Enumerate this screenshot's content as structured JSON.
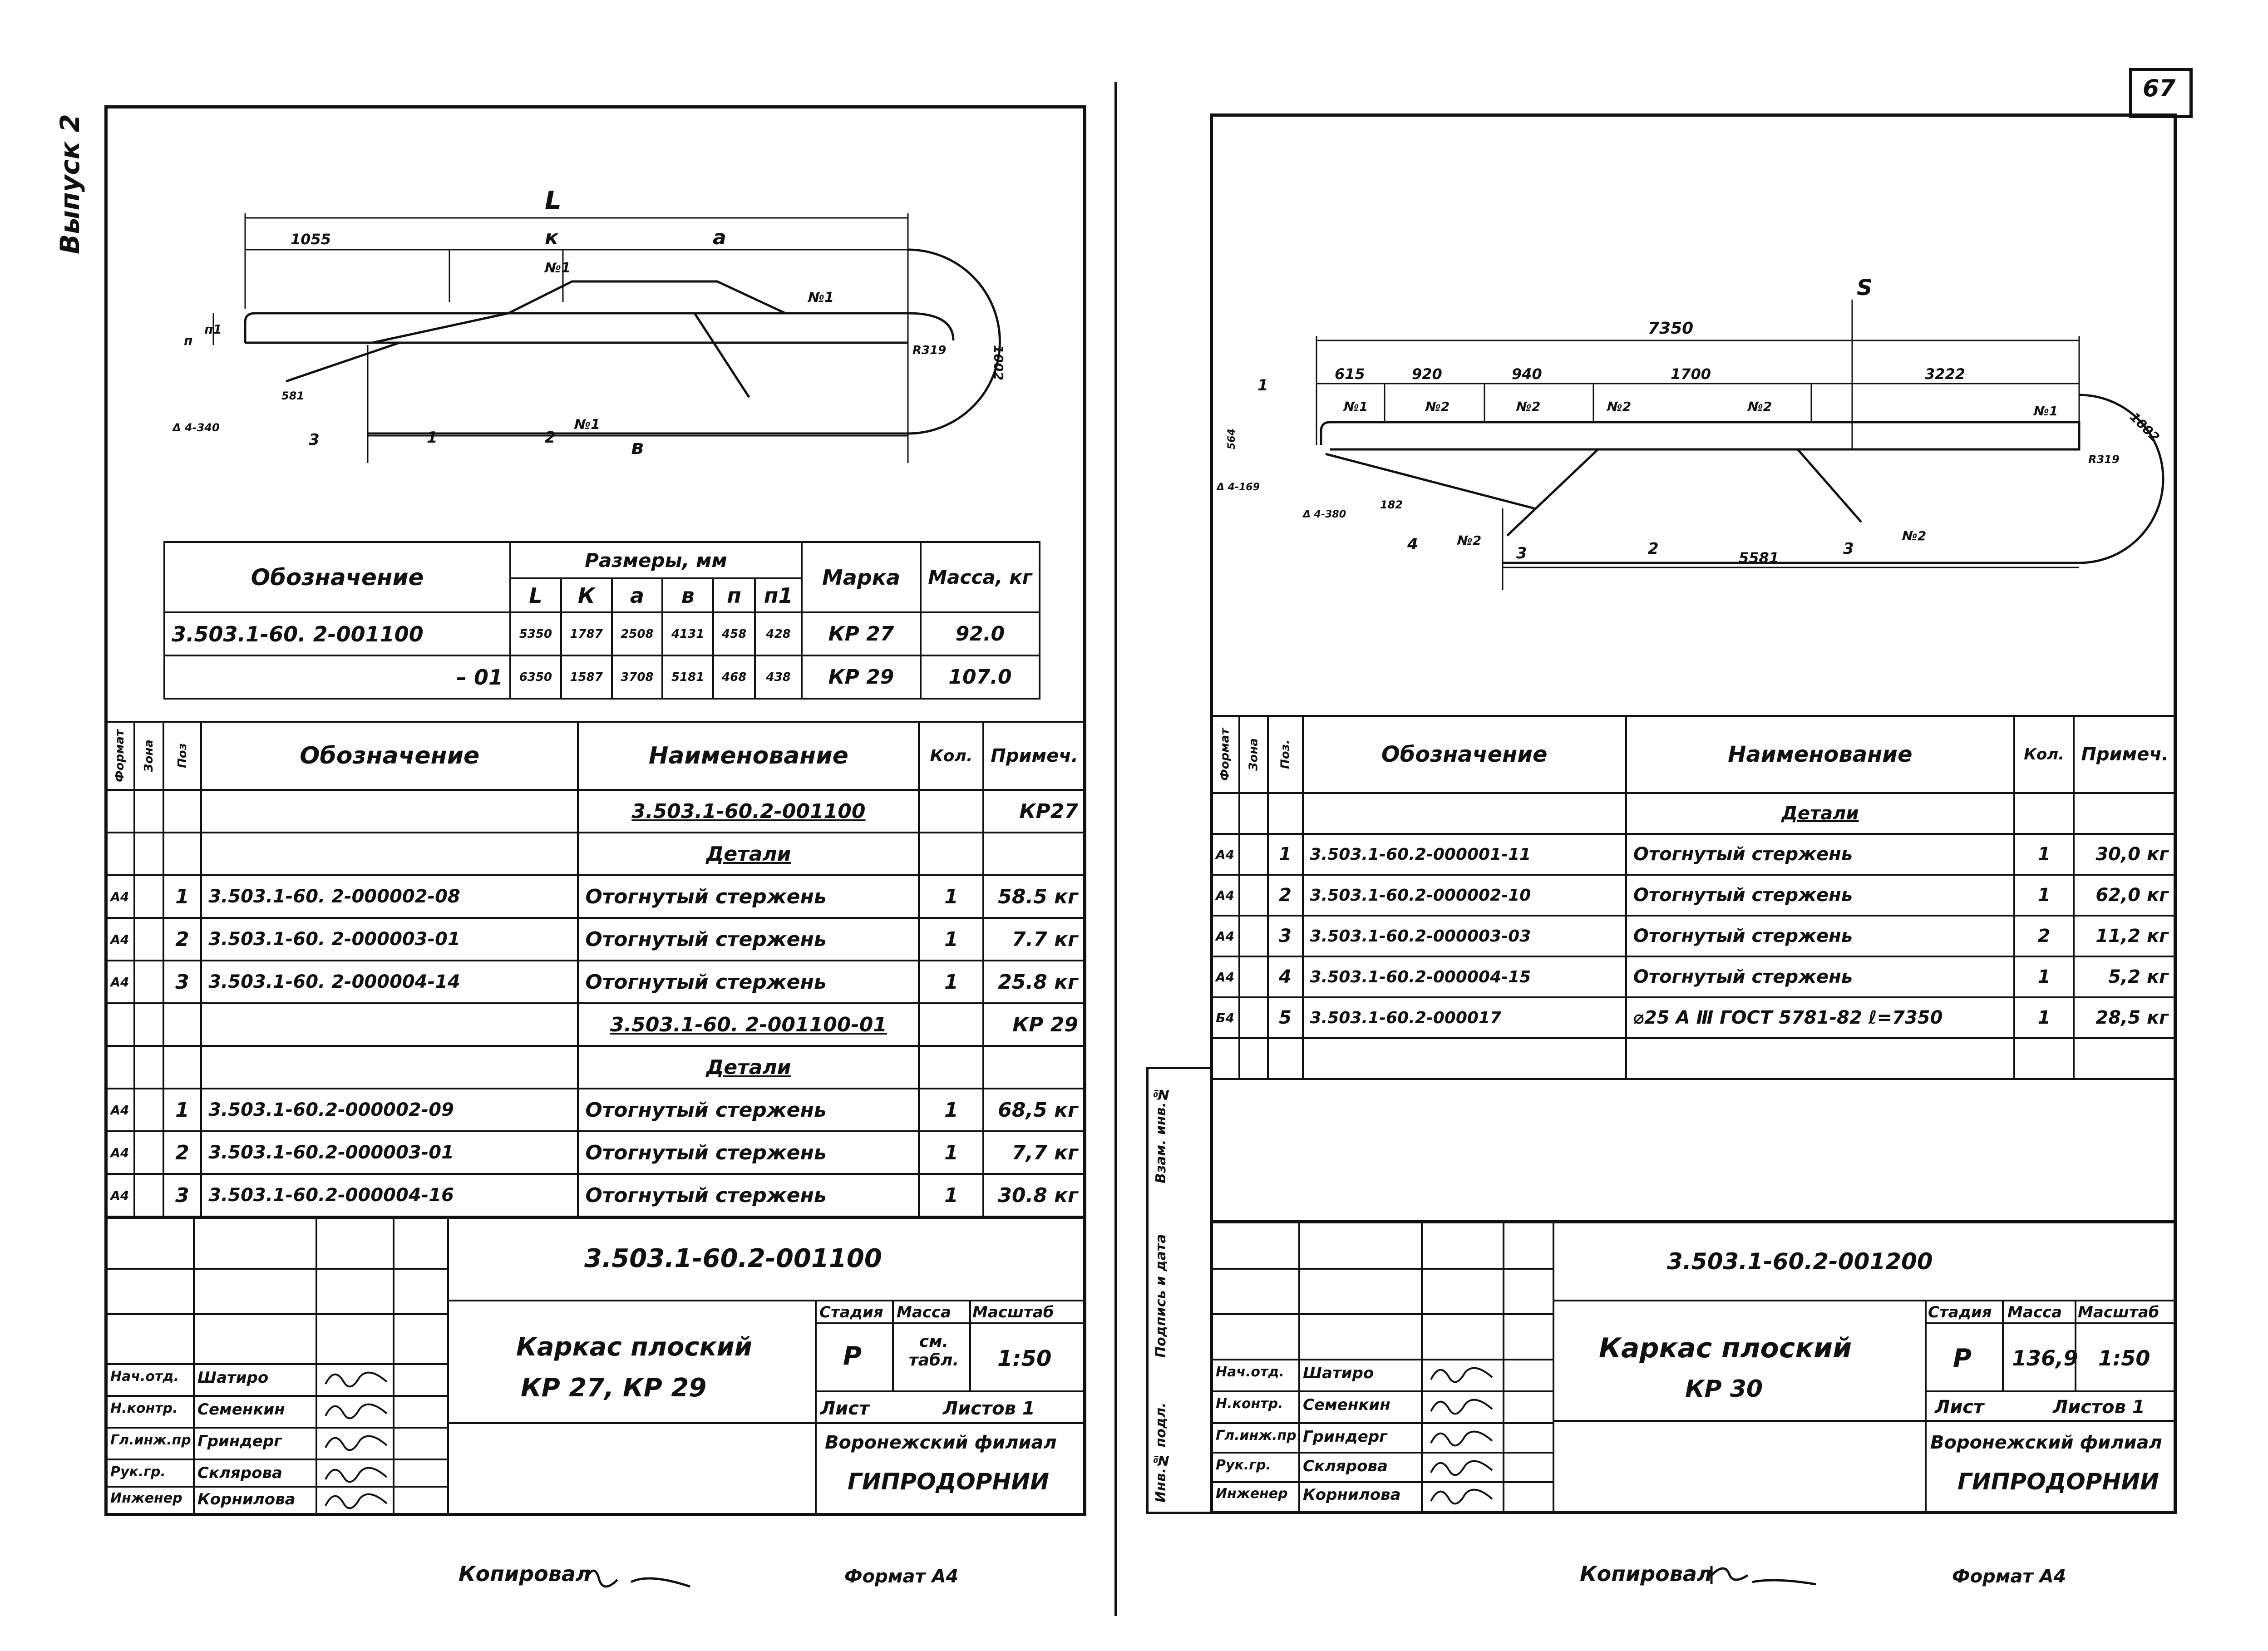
{
  "page_number": "67",
  "left": {
    "edge_label": "Выпуск 2",
    "diagram": {
      "L": "L",
      "d1055": "1055",
      "k": "к",
      "a": "a",
      "b": "в",
      "n": "п",
      "n1": "п1",
      "n1_a": "№1",
      "n1_b": "№1",
      "n1_c": "№1",
      "r": "R319",
      "d1002": "1002",
      "angle": "Δ 4-340",
      "p3": "3",
      "p1": "1",
      "p2": "2",
      "d581": "581"
    },
    "dims_table": {
      "h_designation": "Обозначение",
      "h_sizes": "Размеры, мм",
      "h_L": "L",
      "h_K": "К",
      "h_a": "a",
      "h_b": "в",
      "h_n": "п",
      "h_n1": "п1",
      "h_mark": "Марка",
      "h_mass": "Масса, кг",
      "rows": [
        {
          "des": "3.503.1-60. 2-001100",
          "L": "5350",
          "K": "1787",
          "a": "2508",
          "b": "4131",
          "n": "458",
          "n1": "428",
          "mark": "КР 27",
          "mass": "92.0"
        },
        {
          "des": "– 01",
          "L": "6350",
          "K": "1587",
          "a": "3708",
          "b": "5181",
          "n": "468",
          "n1": "438",
          "mark": "КР 29",
          "mass": "107.0"
        }
      ]
    },
    "spec": {
      "h_format": "Формат",
      "h_zone": "Зона",
      "h_pos": "Поз",
      "h_designation": "Обозначение",
      "h_name": "Наименование",
      "h_qty": "Кол.",
      "h_note": "Примеч.",
      "rows": [
        {
          "f": "",
          "p": "",
          "d": "",
          "n": "3.503.1-60.2-001100",
          "q": "",
          "m": "КР27",
          "u": true
        },
        {
          "f": "",
          "p": "",
          "d": "",
          "n": "Детали",
          "q": "",
          "m": "",
          "u": true
        },
        {
          "f": "А4",
          "p": "1",
          "d": "3.503.1-60. 2-000002-08",
          "n": "Отогнутый стержень",
          "q": "1",
          "m": "58.5 кг"
        },
        {
          "f": "А4",
          "p": "2",
          "d": "3.503.1-60. 2-000003-01",
          "n": "Отогнутый стержень",
          "q": "1",
          "m": "7.7 кг"
        },
        {
          "f": "А4",
          "p": "3",
          "d": "3.503.1-60. 2-000004-14",
          "n": "Отогнутый стержень",
          "q": "1",
          "m": "25.8 кг"
        },
        {
          "f": "",
          "p": "",
          "d": "",
          "n": "3.503.1-60. 2-001100-01",
          "q": "",
          "m": "КР 29",
          "u": true
        },
        {
          "f": "",
          "p": "",
          "d": "",
          "n": "Детали",
          "q": "",
          "m": "",
          "u": true
        },
        {
          "f": "А4",
          "p": "1",
          "d": "3.503.1-60.2-000002-09",
          "n": "Отогнутый стержень",
          "q": "1",
          "m": "68,5 кг"
        },
        {
          "f": "А4",
          "p": "2",
          "d": "3.503.1-60.2-000003-01",
          "n": "Отогнутый стержень",
          "q": "1",
          "m": "7,7 кг"
        },
        {
          "f": "А4",
          "p": "3",
          "d": "3.503.1-60.2-000004-16",
          "n": "Отогнутый стержень",
          "q": "1",
          "m": "30.8 кг"
        }
      ]
    },
    "stamp": {
      "code": "3.503.1-60.2-001100",
      "title1": "Каркас плоский",
      "title2": "КР 27, КР 29",
      "h_stage": "Стадия",
      "h_mass": "Масса",
      "h_scale": "Масштаб",
      "stage": "Р",
      "mass": "см. табл.",
      "scale": "1:50",
      "sheet": "Лист",
      "sheets": "Листов 1",
      "org1": "Воронежский филиал",
      "org2": "ГИПРОДОРНИИ",
      "people": [
        {
          "role": "Нач.отд.",
          "name": "Шатиро"
        },
        {
          "role": "Н.контр.",
          "name": "Семенкин"
        },
        {
          "role": "Гл.инж.пр.",
          "name": "Гриндерг"
        },
        {
          "role": "Рук.гр.",
          "name": "Склярова"
        },
        {
          "role": "Инженер",
          "name": "Корнилова"
        }
      ]
    },
    "footer_copy": "Копировал",
    "footer_format": "Формат А4"
  },
  "right": {
    "diagram": {
      "d7350": "7350",
      "d615": "615",
      "d920": "920",
      "d940": "940",
      "d1700": "1700",
      "d3222": "3222",
      "d5581": "5581",
      "r": "R319",
      "d1002": "1002",
      "n1": "№1",
      "n2": "№2",
      "n3": "№2",
      "n4": "№2",
      "n5": "№2",
      "n6": "№1",
      "n7": "№2",
      "n8": "№2",
      "p1": "1",
      "p2": "2",
      "p3": "3",
      "p3b": "3",
      "p4": "4",
      "angle1": "Δ 4-169",
      "angle2": "Δ 4-380",
      "d182": "182",
      "s": "S",
      "d564": "564"
    },
    "spec": {
      "h_format": "Формат",
      "h_zone": "Зона",
      "h_pos": "Поз.",
      "h_designation": "Обозначение",
      "h_name": "Наименование",
      "h_qty": "Кол.",
      "h_note": "Примеч.",
      "rows": [
        {
          "f": "",
          "p": "",
          "d": "",
          "n": "Детали",
          "q": "",
          "m": "",
          "u": true
        },
        {
          "f": "А4",
          "p": "1",
          "d": "3.503.1-60.2-000001-11",
          "n": "Отогнутый стержень",
          "q": "1",
          "m": "30,0 кг"
        },
        {
          "f": "А4",
          "p": "2",
          "d": "3.503.1-60.2-000002-10",
          "n": "Отогнутый стержень",
          "q": "1",
          "m": "62,0 кг"
        },
        {
          "f": "А4",
          "p": "3",
          "d": "3.503.1-60.2-000003-03",
          "n": "Отогнутый стержень",
          "q": "2",
          "m": "11,2 кг"
        },
        {
          "f": "А4",
          "p": "4",
          "d": "3.503.1-60.2-000004-15",
          "n": "Отогнутый стержень",
          "q": "1",
          "m": "5,2 кг"
        },
        {
          "f": "Б4",
          "p": "5",
          "d": "3.503.1-60.2-000017",
          "n": "⌀25 А Ⅲ ГОСТ 5781-82 ℓ=7350",
          "q": "1",
          "m": "28,5 кг"
        },
        {
          "f": "",
          "p": "",
          "d": "",
          "n": "",
          "q": "",
          "m": ""
        }
      ]
    },
    "side_labels": [
      "Инв.№ подл.",
      "Подпись и дата",
      "Взам. инв.№"
    ],
    "stamp": {
      "code": "3.503.1-60.2-001200",
      "title1": "Каркас плоский",
      "title2": "КР 30",
      "h_stage": "Стадия",
      "h_mass": "Масса",
      "h_scale": "Масштаб",
      "stage": "Р",
      "mass": "136,9",
      "scale": "1:50",
      "sheet": "Лист",
      "sheets": "Листов 1",
      "org1": "Воронежский филиал",
      "org2": "ГИПРОДОРНИИ",
      "people": [
        {
          "role": "Нач.отд.",
          "name": "Шатиро"
        },
        {
          "role": "Н.контр.",
          "name": "Семенкин"
        },
        {
          "role": "Гл.инж.пр.",
          "name": "Гриндерг"
        },
        {
          "role": "Рук.гр.",
          "name": "Склярова"
        },
        {
          "role": "Инженер",
          "name": "Корнилова"
        }
      ]
    },
    "footer_copy": "Копировал",
    "footer_format": "Формат А4"
  }
}
